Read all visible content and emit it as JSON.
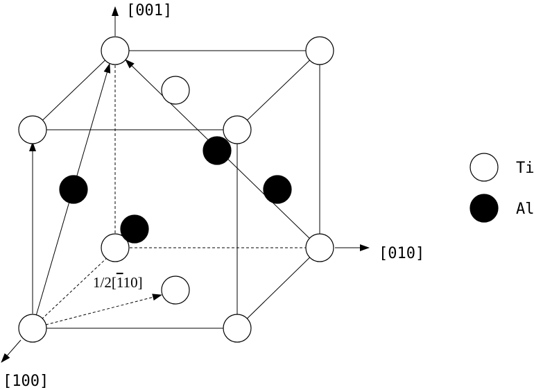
{
  "axes": {
    "z_label": "[001]",
    "y_label": "[010]",
    "x_label": "[100]"
  },
  "vector_label": {
    "prefix": "1/2[",
    "barred": "1",
    "suffix": "10]"
  },
  "legend": {
    "items": [
      {
        "label": "Ti",
        "color": "#ffffff"
      },
      {
        "label": "Al",
        "color": "#000000"
      }
    ]
  }
}
